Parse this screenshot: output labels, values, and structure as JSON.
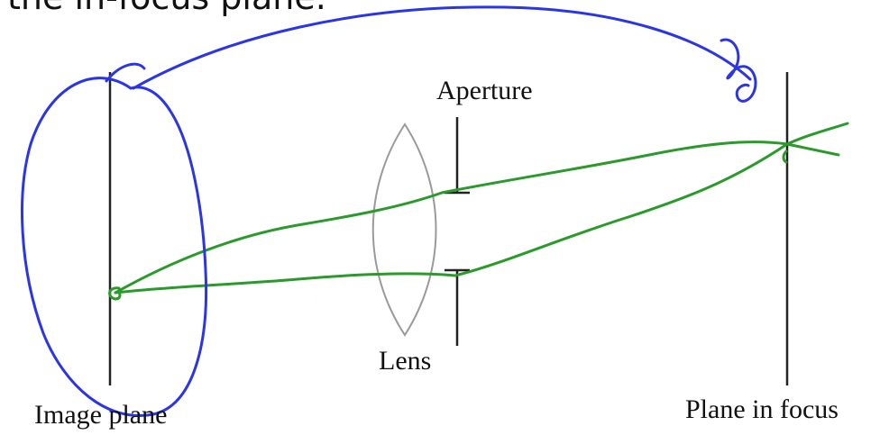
{
  "caption": "the in-focus plane.",
  "labels": {
    "aperture": "Aperture",
    "lens": "Lens",
    "image_plane": "Image plane",
    "plane_in_focus": "Plane in focus"
  },
  "colors": {
    "ink_black": "#111111",
    "lens_gray": "#9a9a9a",
    "annotation_blue": "#2a35e8",
    "ray_green": "#2a9a2a"
  }
}
